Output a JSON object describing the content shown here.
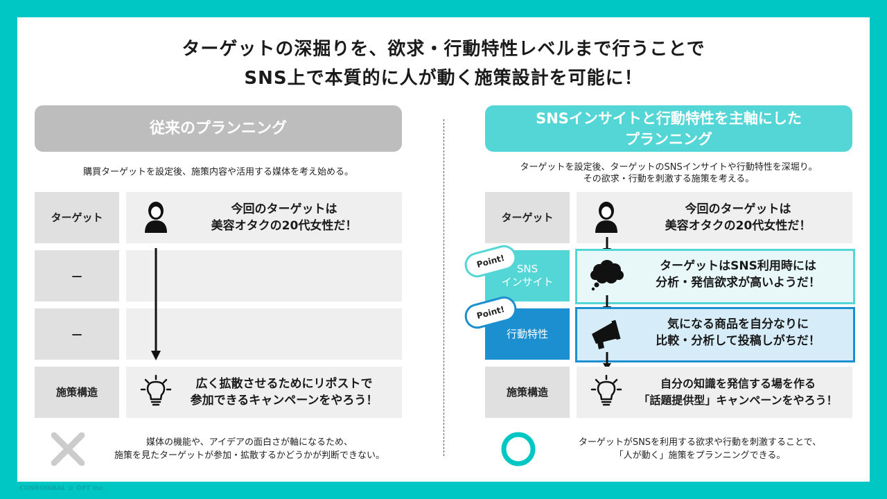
{
  "headline": {
    "line1": "ターゲットの深掘りを、欲求・行動特性レベルまで行うことで",
    "line2": "SNS上で本質的に人が動く施策設計を可能に！"
  },
  "left": {
    "title": "従来のプランニング",
    "subtitle": "購買ターゲットを設定後、施策内容や活用する媒体を考え始める。",
    "rows": [
      {
        "label": "ターゲット",
        "text1": "今回のターゲットは",
        "text2": "美容オタクの20代女性だ！"
      },
      {
        "label": "—"
      },
      {
        "label": "—"
      },
      {
        "label": "施策構造",
        "text1": "広く拡散させるためにリポストで",
        "text2": "参加できるキャンペーンをやろう！"
      }
    ],
    "note1": "媒体の機能や、アイデアの面白さが軸になるため、",
    "note2": "施策を見たターゲットが参加・拡散するかどうかが判断できない。"
  },
  "right": {
    "title1": "SNSインサイトと行動特性を主軸にした",
    "title2": "プランニング",
    "subtitle1": "ターゲットを設定後、ターゲットのSNSインサイトや行動特性を深堀り。",
    "subtitle2": "その欲求・行動を刺激する施策を考える。",
    "rows": [
      {
        "label": "ターゲット",
        "text1": "今回のターゲットは",
        "text2": "美容オタクの20代女性だ！"
      },
      {
        "label1": "SNS",
        "label2": "インサイト",
        "text1": "ターゲットはSNS利用時には",
        "text2": "分析・発信欲求が高いようだ！"
      },
      {
        "label": "行動特性",
        "text1": "気になる商品を自分なりに",
        "text2": "比較・分析して投稿しがちだ！"
      },
      {
        "label": "施策構造",
        "text1": "自分の知識を発信する場を作る",
        "text2": "「話題提供型」キャンペーンをやろう！"
      }
    ],
    "point_label": "Point!",
    "note1": "ターゲットがSNSを利用する欲求や行動を刺激することで、",
    "note2": "「人が動く」施策をプランニングできる。"
  },
  "copyright": "CONROINBAL © OPT Inc.",
  "colors": {
    "teal": "#00c6c4",
    "light_teal": "#55d6d6",
    "blue": "#1b8fcf",
    "gray_head": "#bdbdbd",
    "cell": "#efefef",
    "label_cell": "#e0e0e0"
  }
}
